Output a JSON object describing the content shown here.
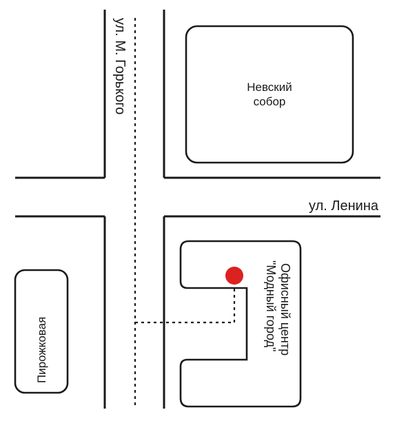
{
  "streets": {
    "gorky": "ул. М. Горького",
    "lenina": "ул. Ленина"
  },
  "landmarks": {
    "cathedral_line1": "Невский",
    "cathedral_line2": "собор",
    "bakery": "Пирожковая"
  },
  "destination": {
    "line1": "Офисный центр",
    "line2": "\"Модный город\""
  },
  "colors": {
    "marker": "#dc2121",
    "ink": "#1a1a1a",
    "background": "#ffffff"
  },
  "icons": {
    "destination_marker": "red-dot-location-marker"
  }
}
